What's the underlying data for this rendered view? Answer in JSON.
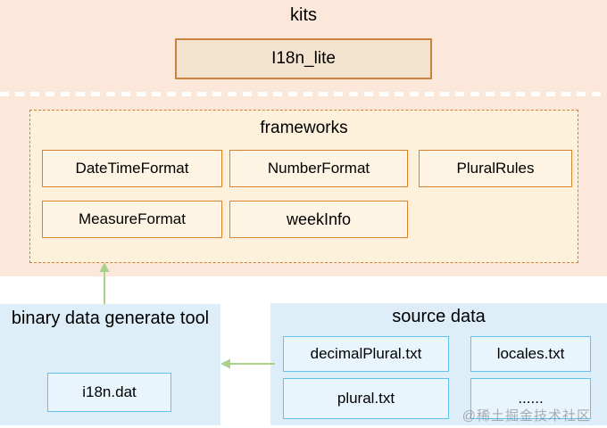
{
  "kits": {
    "title": "kits",
    "box_label": "I18n_lite"
  },
  "frameworks": {
    "title": "frameworks",
    "row1": [
      "DateTimeFormat",
      "NumberFormat",
      "PluralRules"
    ],
    "row2": [
      "MeasureFormat",
      "weekInfo"
    ]
  },
  "tool": {
    "title": "binary data generate tool",
    "box_label": "i18n.dat"
  },
  "source": {
    "title": "source data",
    "boxes": [
      "decimalPlural.txt",
      "locales.txt",
      "plural.txt",
      "......"
    ]
  },
  "watermark": {
    "text": "@稀土掘金技术社区"
  },
  "palette": {
    "peach_bg": "#fbe8da",
    "frameworks_bg": "#fdf1dc",
    "framework_box_bg": "#fdf4e3",
    "framework_box_border": "#d9822f",
    "frameworks_dash_border": "#dd7e2e",
    "kits_box_bg": "#f3e3cf",
    "kits_box_border": "#c9833c",
    "blue_panel_bg": "#ddeef9",
    "blue_box_bg": "#e9f5fd",
    "blue_border": "#63c1ee",
    "arrow_green": "#a9d18e",
    "separator_dash": "#ffffff",
    "watermark_gray": "#808080",
    "text": "#000000"
  }
}
